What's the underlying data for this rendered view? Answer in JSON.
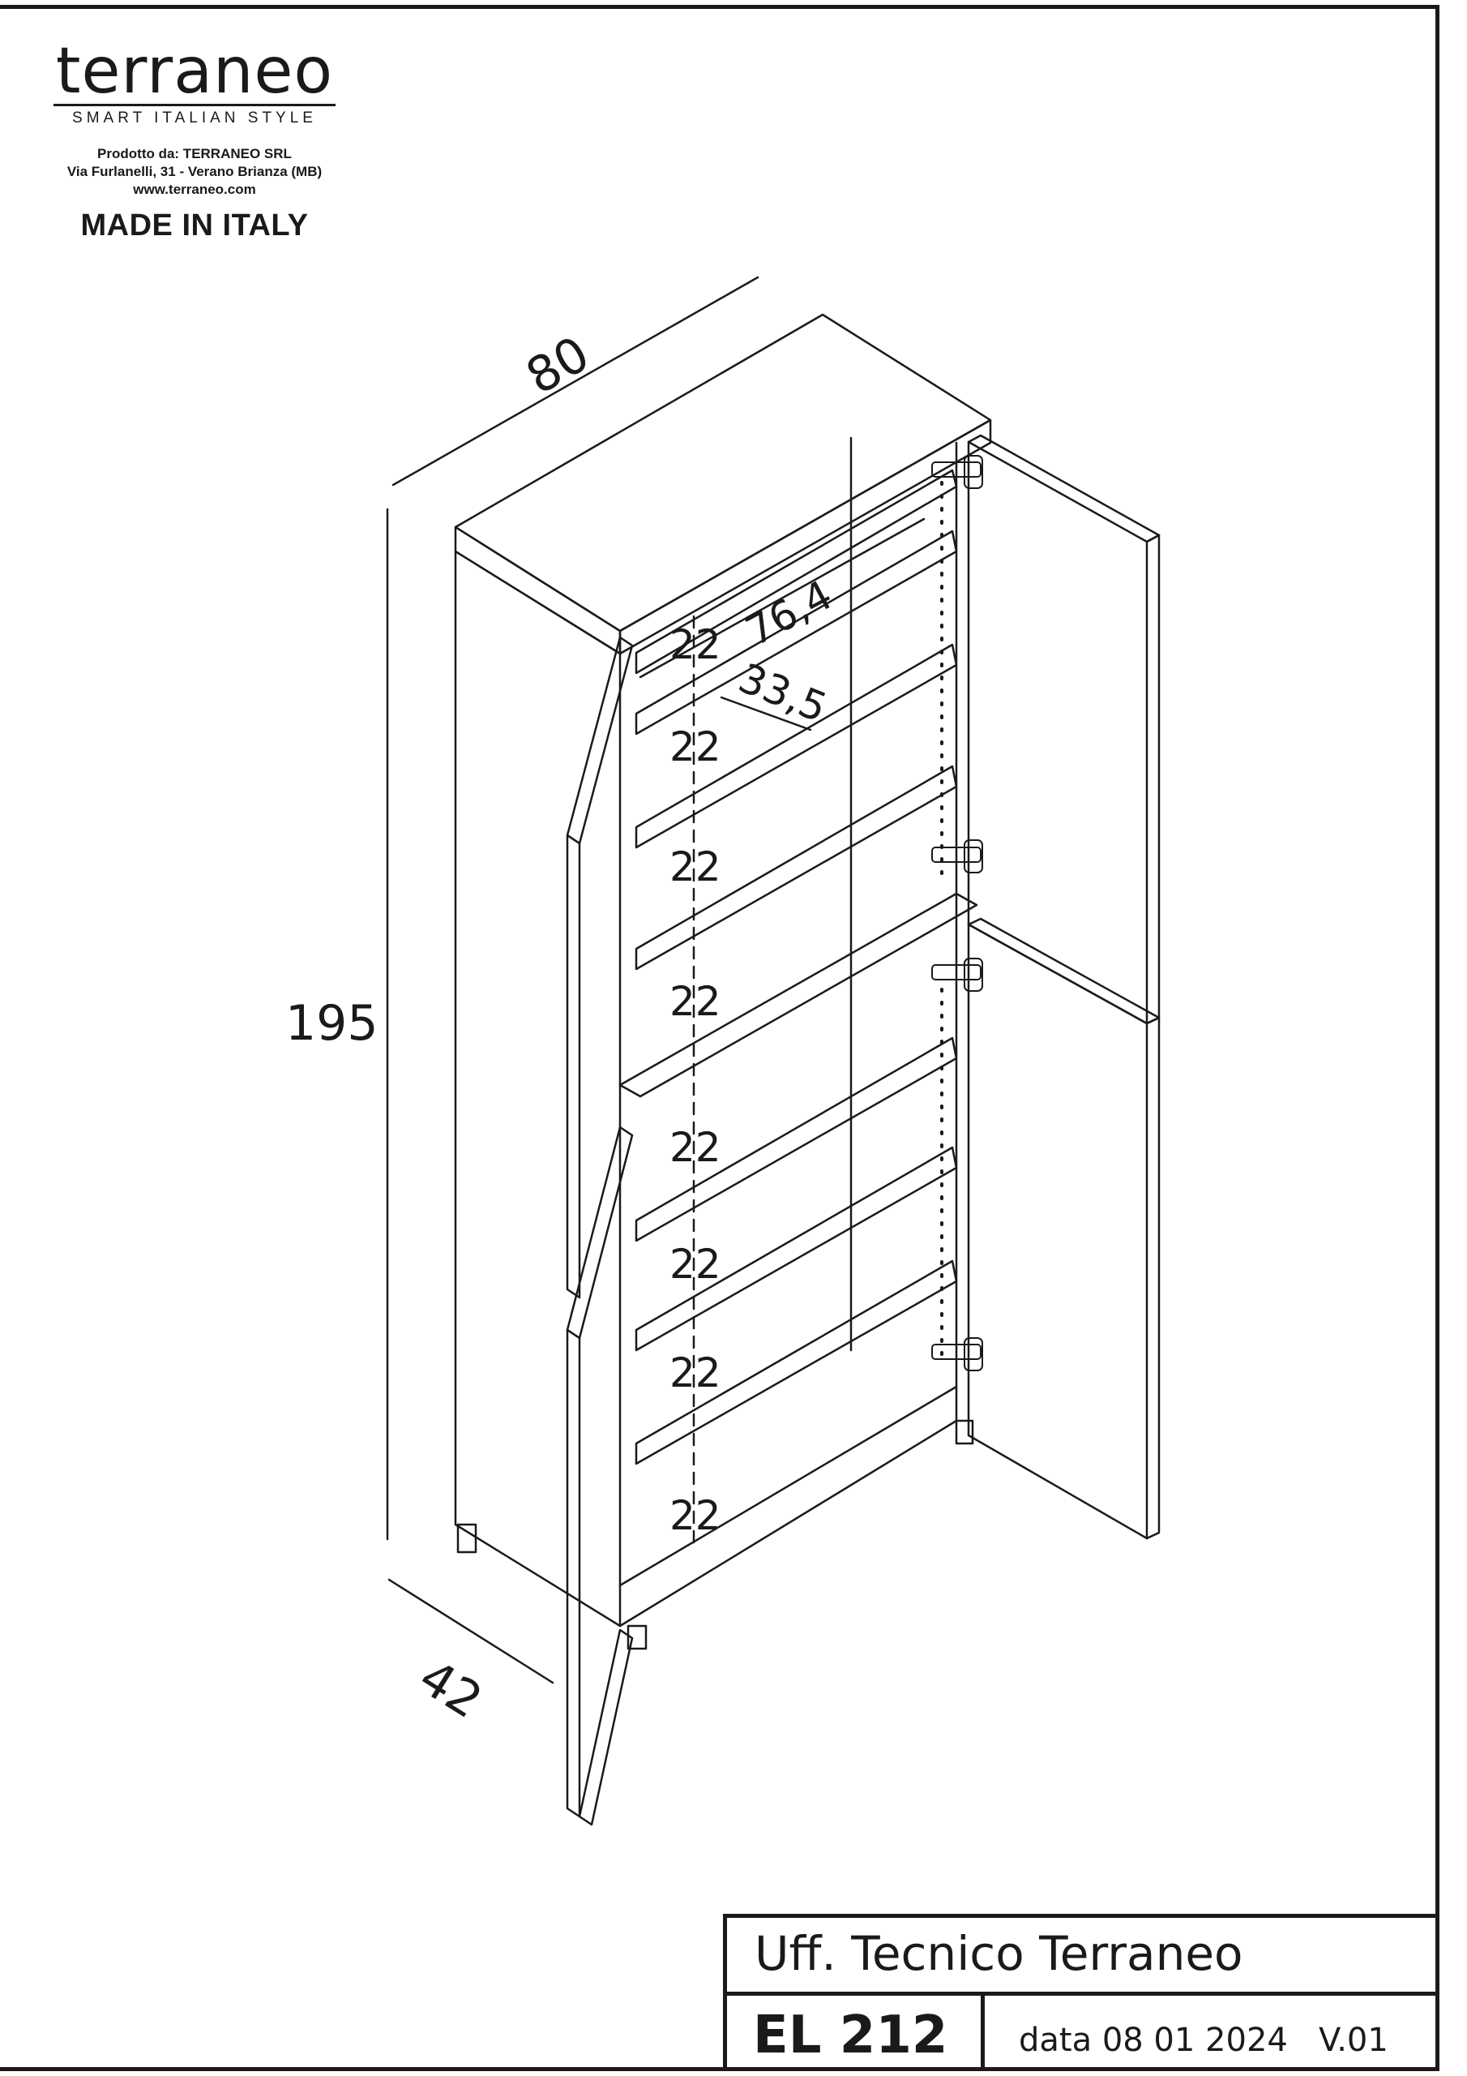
{
  "brand": {
    "name": "terraneo",
    "tagline": "SMART ITALIAN STYLE",
    "producer": "Prodotto da: TERRANEO SRL",
    "address": "Via Furlanelli, 31 - Verano Brianza (MB)",
    "website": "www.terraneo.com",
    "made_in": "MADE IN ITALY"
  },
  "dimensions": {
    "width": "80",
    "height": "195",
    "depth": "42",
    "inner_width": "76,4",
    "inner_depth": "33,5"
  },
  "shelves": {
    "spacings": [
      "22",
      "22",
      "22",
      "22",
      "22",
      "22",
      "22",
      "22"
    ]
  },
  "title_block": {
    "office": "Uff. Tecnico Terraneo",
    "code": "EL 212",
    "date": "data 08 01 2024",
    "version": "V.01"
  }
}
